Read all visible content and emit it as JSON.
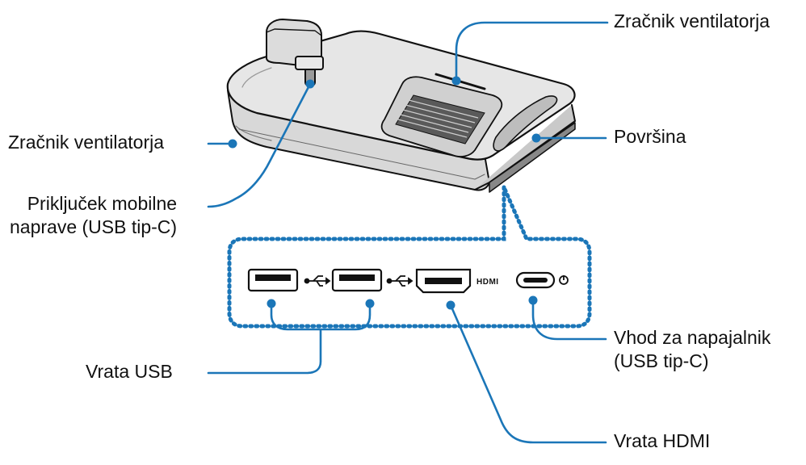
{
  "colors": {
    "callout": "#1b76b8",
    "outline": "#111111",
    "panel": "#1b76b8"
  },
  "labels": {
    "fan_vent_top": "Zračnik ventilatorja",
    "fan_vent_left": "Zračnik ventilatorja",
    "surface": "Površina",
    "mobile_connector_line1": "Priključek mobilne",
    "mobile_connector_line2": "naprave (USB tip-C)",
    "usb_ports": "Vrata USB",
    "power_input_line1": "Vhod za napajalnik",
    "power_input_line2": "(USB tip-C)",
    "hdmi_port": "Vrata HDMI"
  },
  "port_panel": {
    "ports": [
      {
        "type": "usb-a",
        "icon": "usb-icon"
      },
      {
        "type": "usb-a",
        "icon": "usb-icon"
      },
      {
        "type": "hdmi",
        "icon": "hdmi-logo",
        "logo_text": "HDMI"
      },
      {
        "type": "usb-c",
        "icon": "power-icon"
      }
    ]
  }
}
